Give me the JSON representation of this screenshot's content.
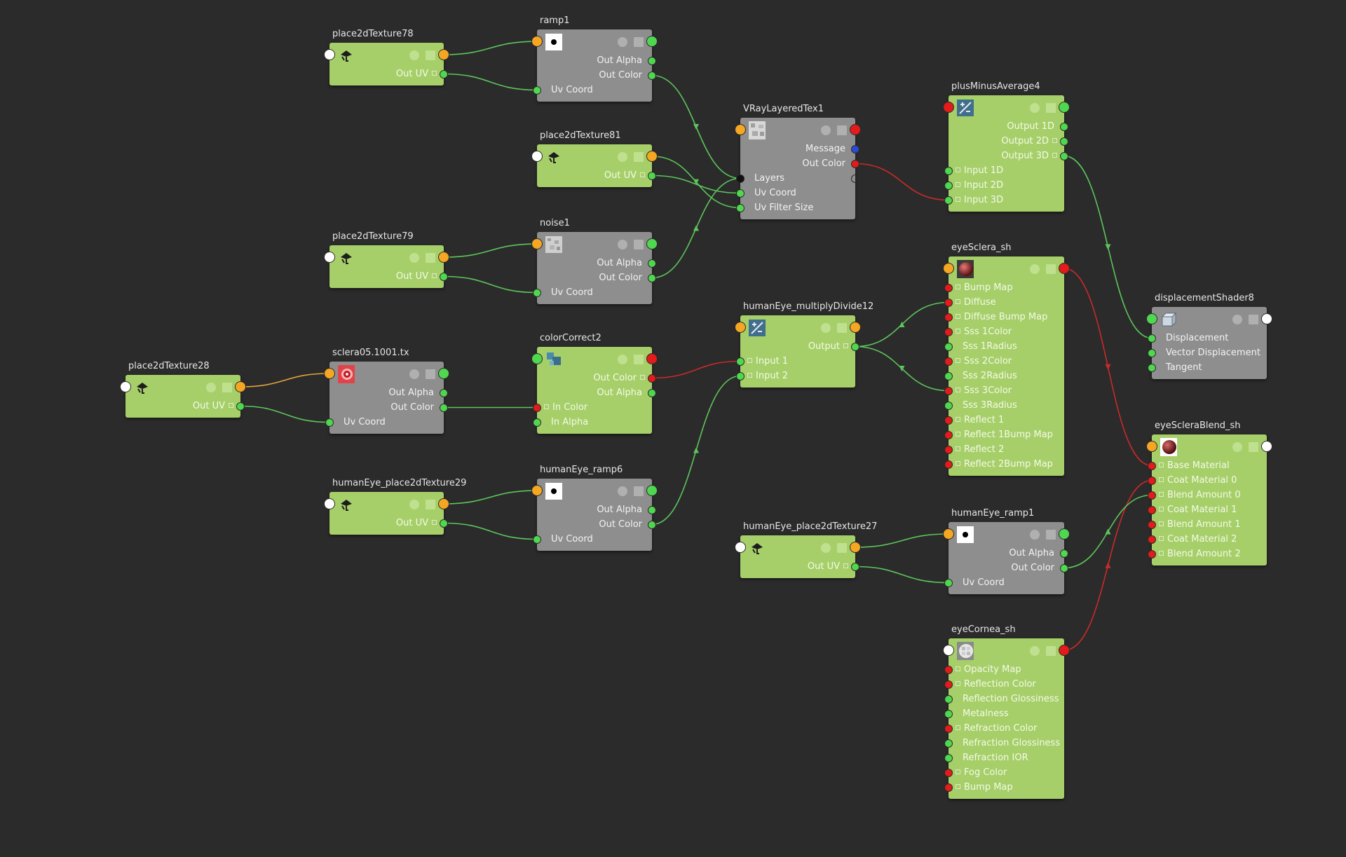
{
  "graph": {
    "background": "#2b2b2b",
    "port_colors": {
      "white": "#ffffff",
      "orange": "#f5a623",
      "green": "#4fd84f",
      "red": "#e31b1b",
      "blue": "#2a4bd4",
      "black": "#111111"
    },
    "wire_colors": {
      "green": "#5cc55c",
      "red": "#c92a2a",
      "orange": "#e4a53a"
    },
    "nodes": {
      "place2dTexture78": {
        "title": "place2dTexture78",
        "outputs": [
          "Out UV"
        ],
        "icon": "place2d-texture-icon"
      },
      "place2dTexture81": {
        "title": "place2dTexture81",
        "outputs": [
          "Out UV"
        ],
        "icon": "place2d-texture-icon"
      },
      "place2dTexture79": {
        "title": "place2dTexture79",
        "outputs": [
          "Out UV"
        ],
        "icon": "place2d-texture-icon"
      },
      "place2dTexture28": {
        "title": "place2dTexture28",
        "outputs": [
          "Out UV"
        ],
        "icon": "place2d-texture-icon"
      },
      "humanEye_place2dTexture29": {
        "title": "humanEye_place2dTexture29",
        "outputs": [
          "Out UV"
        ],
        "icon": "place2d-texture-icon"
      },
      "humanEye_place2dTexture27": {
        "title": "humanEye_place2dTexture27",
        "outputs": [
          "Out UV"
        ],
        "icon": "place2d-texture-icon"
      },
      "ramp1": {
        "title": "ramp1",
        "outputs": [
          "Out Alpha",
          "Out Color"
        ],
        "inputs": [
          "Uv Coord"
        ],
        "icon": "ramp-swatch-icon"
      },
      "noise1": {
        "title": "noise1",
        "outputs": [
          "Out Alpha",
          "Out Color"
        ],
        "inputs": [
          "Uv Coord"
        ],
        "icon": "noise-swatch-icon"
      },
      "sclera05": {
        "title": "sclera05.1001.tx",
        "outputs": [
          "Out Alpha",
          "Out Color"
        ],
        "inputs": [
          "Uv Coord"
        ],
        "icon": "file-texture-swatch-icon"
      },
      "humanEye_ramp6": {
        "title": "humanEye_ramp6",
        "outputs": [
          "Out Alpha",
          "Out Color"
        ],
        "inputs": [
          "Uv Coord"
        ],
        "icon": "ramp-swatch-icon"
      },
      "colorCorrect2": {
        "title": "colorCorrect2",
        "outputs": [
          "Out Color",
          "Out Alpha"
        ],
        "inputs": [
          "In Color",
          "In Alpha"
        ],
        "icon": "color-correct-icon"
      },
      "VRayLayeredTex1": {
        "title": "VRayLayeredTex1",
        "outputs": [
          "Message",
          "Out Color"
        ],
        "inputs": [
          "Layers",
          "Uv Coord",
          "Uv Filter Size"
        ],
        "icon": "layered-texture-swatch-icon"
      },
      "humanEye_multiplyDivide12": {
        "title": "humanEye_multiplyDivide12",
        "outputs": [
          "Output"
        ],
        "inputs": [
          "Input 1",
          "Input 2"
        ],
        "icon": "multiply-divide-icon"
      },
      "plusMinusAverage4": {
        "title": "plusMinusAverage4",
        "outputs": [
          "Output 1D",
          "Output 2D",
          "Output 3D"
        ],
        "inputs": [
          "Input 1D",
          "Input 2D",
          "Input 3D"
        ],
        "icon": "plus-minus-average-icon"
      },
      "eyeSclera_sh": {
        "title": "eyeSclera_sh",
        "inputs": [
          "Bump Map",
          "Diffuse",
          "Diffuse Bump Map",
          "Sss 1Color",
          "Sss 1Radius",
          "Sss 2Color",
          "Sss 2Radius",
          "Sss 3Color",
          "Sss 3Radius",
          "Reflect 1",
          "Reflect 1Bump Map",
          "Reflect 2",
          "Reflect 2Bump Map"
        ],
        "icon": "shader-sphere-icon"
      },
      "humanEye_ramp1": {
        "title": "humanEye_ramp1",
        "outputs": [
          "Out Alpha",
          "Out Color"
        ],
        "inputs": [
          "Uv Coord"
        ],
        "icon": "ramp-swatch-icon"
      },
      "eyeCornea_sh": {
        "title": "eyeCornea_sh",
        "inputs": [
          "Opacity Map",
          "Reflection Color",
          "Reflection Glossiness",
          "Metalness",
          "Refraction Color",
          "Refraction Glossiness",
          "Refraction IOR",
          "Fog Color",
          "Bump Map"
        ],
        "icon": "shader-sphere-checker-icon"
      },
      "displacementShader8": {
        "title": "displacementShader8",
        "inputs": [
          "Displacement",
          "Vector Displacement",
          "Tangent"
        ],
        "icon": "displacement-shader-icon"
      },
      "eyeScleraBlend_sh": {
        "title": "eyeScleraBlend_sh",
        "inputs": [
          "Base Material",
          "Coat Material 0",
          "Blend Amount 0",
          "Coat Material 1",
          "Blend Amount 1",
          "Coat Material 2",
          "Blend Amount 2"
        ],
        "icon": "blend-shader-sphere-icon"
      }
    }
  }
}
